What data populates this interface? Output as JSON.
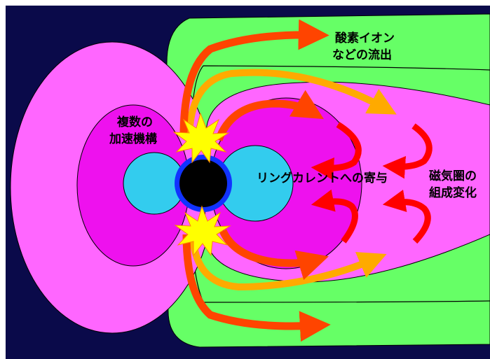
{
  "labels": {
    "outflow_line1": "酸素イオン",
    "outflow_line2": "などの流出",
    "acceleration_line1": "複数の",
    "acceleration_line2": "加速機構",
    "ring_current": "リングカレントへの寄与",
    "magnetosphere_line1": "磁気圏の",
    "magnetosphere_line2": "組成変化"
  },
  "colors": {
    "background": "#0a0a4a",
    "outer_magnetosphere": "#66ff66",
    "plasmasheet": "#ff66ff",
    "inner_lobe": "#ee11ee",
    "plasmasphere": "#33ccee",
    "earth": "#000000",
    "earth_ring": "#1133ff",
    "outflow_arrow": "#ff4400",
    "orange_arrow": "#ffaa00",
    "return_arrow": "#ff0000",
    "burst": "#ffff00"
  }
}
